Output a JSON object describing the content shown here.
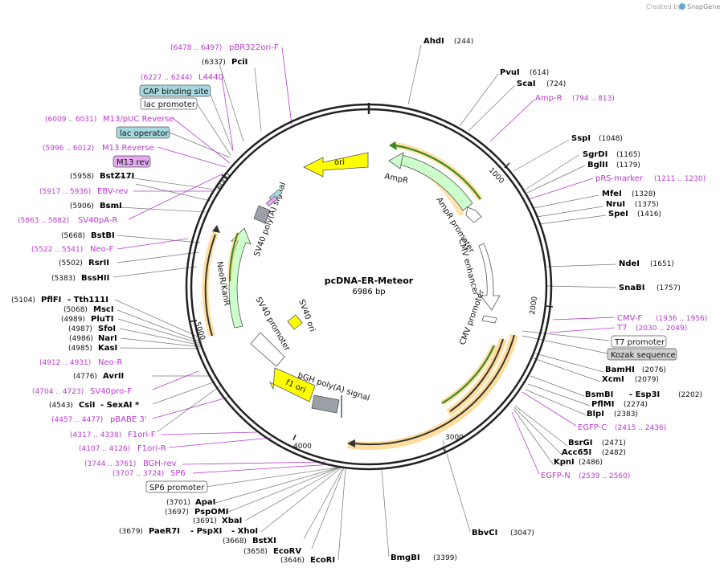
{
  "branding": {
    "created_by": "Created by",
    "app": "SnapGene"
  },
  "plasmid": {
    "name": "pcDNA-ER-Meteor",
    "size": "6986 bp"
  },
  "ticks": [
    "1000",
    "2000",
    "3000",
    "4000",
    "5000",
    "6000"
  ],
  "features": {
    "ori": "ori",
    "ampr": "AmpR",
    "ampr_promoter": "AmpR promoter",
    "cmv_enhancer": "CMV enhancer",
    "cmv_promoter": "CMV promoter",
    "sv40_polya": "SV40 poly(A) signal",
    "neor": "NeoR/KanR",
    "sv40_promoter": "SV40 promoter",
    "sv40_ori": "SV40 ori",
    "f1ori": "f1 ori",
    "bgh_polya": "bGH poly(A) signal"
  },
  "boxed": {
    "cap": "CAP binding site",
    "lac_promoter": "lac promoter",
    "lac_operator": "lac operator",
    "m13_rev": "M13 rev",
    "t7_promoter": "T7 promoter",
    "kozak": "Kozak sequence",
    "sp6_promoter": "SP6 promoter"
  },
  "labels": {
    "ahdi": "AhdI",
    "ahdi_pos": "(244)",
    "pvui": "PvuI",
    "pvui_pos": "(614)",
    "scai": "ScaI",
    "scai_pos": "(724)",
    "ampr_p": "Amp-R",
    "ampr_p_pos": "(794 .. 813)",
    "sspi": "SspI",
    "sspi_pos": "(1048)",
    "sgrdi": "SgrDI",
    "sgrdi_pos": "(1165)",
    "bglii": "BglII",
    "bglii_pos": "(1179)",
    "prs": "pRS-marker",
    "prs_pos": "(1211 .. 1230)",
    "mfei": "MfeI",
    "mfei_pos": "(1328)",
    "nrui": "NruI",
    "nrui_pos": "(1375)",
    "spei": "SpeI",
    "spei_pos": "(1416)",
    "ndei": "NdeI",
    "ndei_pos": "(1651)",
    "snabi": "SnaBI",
    "snabi_pos": "(1757)",
    "cmvf": "CMV-F",
    "cmvf_pos": "(1936 .. 1956)",
    "t7": "T7",
    "t7_pos": "(2030 .. 2049)",
    "bamhi": "BamHI",
    "bamhi_pos": "(2076)",
    "xcmi": "XcmI",
    "xcmi_pos": "(2079)",
    "bsmbi": "BsmBI",
    "esp3i": "- Esp3I",
    "bsmbi_pos": "(2202)",
    "pflmi": "PflMI",
    "pflmi_pos": "(2274)",
    "blpi": "BlpI",
    "blpi_pos": "(2383)",
    "egfpc": "EGFP-C",
    "egfpc_pos": "(2415 .. 2436)",
    "bsrgi": "BsrGI",
    "bsrgi_pos": "(2471)",
    "acc65i": "Acc65I",
    "acc65i_pos": "(2482)",
    "kpni": "KpnI",
    "kpni_pos": "(2486)",
    "egfpn": "EGFP-N",
    "egfpn_pos": "(2539 .. 2560)",
    "bbvci": "BbvCI",
    "bbvci_pos": "(3047)",
    "bmgbi": "BmgBI",
    "bmgbi_pos": "(3399)",
    "ecori": "EcoRI",
    "ecori_pos": "(3646)",
    "ecorv": "EcoRV",
    "ecorv_pos": "(3658)",
    "bstxi": "BstXI",
    "bstxi_pos": "(3668)",
    "paer7i": "PaeR7I",
    "pspxi": "- PspXI",
    "xhoi": "- XhoI",
    "paer7i_pos": "(3679)",
    "xbai": "XbaI",
    "xbai_pos": "(3691)",
    "pspomi": "PspOMI",
    "pspomi_pos": "(3697)",
    "apai": "ApaI",
    "apai_pos": "(3701)",
    "sp6": "SP6",
    "sp6_pos": "(3707 .. 3724)",
    "bghrev": "BGH-rev",
    "bghrev_pos": "(3744 .. 3761)",
    "f1orir": "F1ori-R",
    "f1orir_pos": "(4107 .. 4126)",
    "f1orif": "F1ori-F",
    "f1orif_pos": "(4317 .. 4338)",
    "pbabe": "pBABE 3'",
    "pbabe_pos": "(4457 .. 4477)",
    "csii": "CsiI",
    "sexai": "- SexAI *",
    "csii_pos": "(4543)",
    "sv40prof": "SV40pro-F",
    "sv40prof_pos": "(4704 .. 4723)",
    "avrii": "AvrII",
    "avrii_pos": "(4776)",
    "neor_p": "Neo-R",
    "neor_p_pos": "(4912 .. 4931)",
    "kasi": "KasI",
    "kasi_pos": "(4985)",
    "nari": "NarI",
    "nari_pos": "(4986)",
    "sfoi": "SfoI",
    "sfoi_pos": "(4987)",
    "pluti": "PluTI",
    "pluti_pos": "(4989)",
    "msci": "MscI",
    "msci_pos": "(5068)",
    "pflfi": "PflFI",
    "tth": "- Tth111I",
    "pflfi_pos": "(5104)",
    "bsshii": "BssHII",
    "bsshii_pos": "(5383)",
    "rsrii": "RsrII",
    "rsrii_pos": "(5502)",
    "neof": "Neo-F",
    "neof_pos": "(5522 .. 5541)",
    "bstbi": "BstBI",
    "bstbi_pos": "(5668)",
    "sv40par": "SV40pA-R",
    "sv40par_pos": "(5863 .. 5882)",
    "bsmi": "BsmI",
    "bsmi_pos": "(5906)",
    "ebvrev": "EBV-rev",
    "ebvrev_pos": "(5917 .. 5936)",
    "bstz17i": "BstZ17I",
    "bstz17i_pos": "(5958)",
    "m13rev": "M13 Reverse",
    "m13rev_pos": "(5996 .. 6012)",
    "m13puc": "M13/pUC Reverse",
    "m13puc_pos": "(6009 .. 6031)",
    "l4440": "L4440",
    "l4440_pos": "(6227 .. 6244)",
    "pcii": "PciI",
    "pcii_pos": "(6337)",
    "pbr322": "pBR322ori-F",
    "pbr322_pos": "(6478 .. 6497)"
  },
  "colors": {
    "primer": "#b83ad0",
    "ori": "#ffff00",
    "resistance": "#ccffcc",
    "orf": "#f0a030",
    "promoter": "#ffffff",
    "terminator": "#9aa0a6",
    "box_blue": "#a6d8e0",
    "box_purple": "#e4a8f0"
  }
}
